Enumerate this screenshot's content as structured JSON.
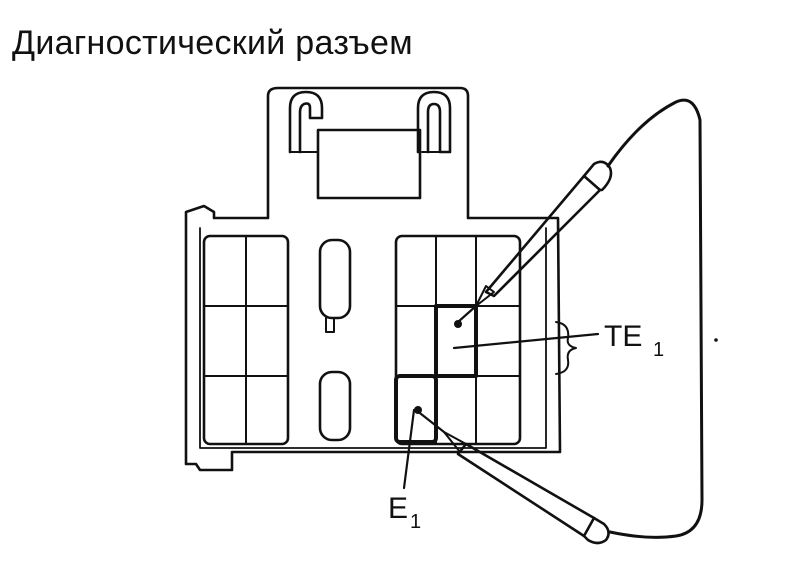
{
  "title": "Диагностический разъем",
  "labels": {
    "te1_main": "TE",
    "te1_sub": "1",
    "e1_main": "E",
    "e1_sub": "1"
  }
}
